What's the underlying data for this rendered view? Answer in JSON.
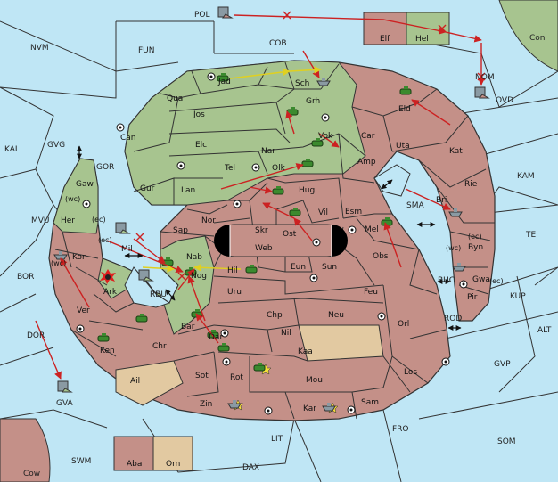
{
  "map_title": "",
  "colors": {
    "sea": "#bfe6f5",
    "green_power": "#a7c48f",
    "red_power": "#c49088",
    "neutral": "#e2c9a1",
    "border": "#333333",
    "move_arrow": "#cc2222",
    "support_arrow": "#ffff33",
    "land_outer": "#c7a090"
  },
  "sea_labels": {
    "POL": "POL",
    "COB": "COB",
    "FUN": "FUN",
    "NVM": "NVM",
    "Con": "Con",
    "KAL": "KAL",
    "GVG": "GVG",
    "MVU": "MVU",
    "BOR": "BOR",
    "DOR": "DOR",
    "GVA": "GVA",
    "SWM": "SWM",
    "Cow": "Cow",
    "LIT": "LIT",
    "DAX": "DAX",
    "FRO": "FRO",
    "SOM": "SOM",
    "GVP": "GVP",
    "ALT": "ALT",
    "KUP": "KUP",
    "TEI": "TEI",
    "KAM": "KAM",
    "BUC": "BUC",
    "ROD": "ROD",
    "SMA": "SMA",
    "GOR": "GOR",
    "RBU": "RBU",
    "NOM": "NOM",
    "OVD": "OVD"
  },
  "land_labels": {
    "Elf": "Elf",
    "Hel": "Hel",
    "Jad": "Jad",
    "Sch": "Sch",
    "Qua": "Qua",
    "Jos": "Jos",
    "Grh": "Grh",
    "Eld": "Eld",
    "Can": "Can",
    "Elc": "Elc",
    "Nar": "Nar",
    "Vok": "Vok",
    "Car": "Car",
    "Uta": "Uta",
    "Kat": "Kat",
    "Gaw": "Gaw",
    "Tel": "Tel",
    "Olk": "Olk",
    "Amp": "Amp",
    "Rie": "Rie",
    "Gur": "Gur",
    "Lan": "Lan",
    "Hug": "Hug",
    "Bri": "Bri",
    "Her": "Her",
    "Sap": "Sap",
    "Nor": "Nor",
    "Skr": "Skr",
    "Vil": "Vil",
    "Esm": "Esm",
    "Mel": "Mel",
    "Web": "Web",
    "Ost": "Ost",
    "Byn": "Byn",
    "Kor": "Kor",
    "Mil": "Mil",
    "Nab": "Nab",
    "Eun": "Eun",
    "Sun": "Sun",
    "Obs": "Obs",
    "Gwa": "Gwa",
    "Hil": "Hil",
    "Nog": "Nog",
    "Ark": "Ark",
    "Pir": "Pir",
    "Uru": "Uru",
    "Feu": "Feu",
    "Ver": "Ver",
    "Chp": "Chp",
    "Neu": "Neu",
    "Bar": "Bar",
    "Orl": "Orl",
    "Dar": "Dar",
    "Nil": "Nil",
    "Ken": "Ken",
    "Chr": "Chr",
    "Kaa": "Kaa",
    "Ail": "Ail",
    "Sot": "Sot",
    "Rot": "Rot",
    "Mou": "Mou",
    "Los": "Los",
    "Zin": "Zin",
    "Kar": "Kar",
    "Sam": "Sam",
    "Aba": "Aba",
    "Orn": "Orn"
  },
  "coast_tags": {
    "wc1": "(wc)",
    "ec1": "(ec)",
    "ec2": "(ec)",
    "wc2": "(wc)",
    "wc3": "(wc)",
    "ec3": "(ec)",
    "ec4": "(ec)"
  }
}
